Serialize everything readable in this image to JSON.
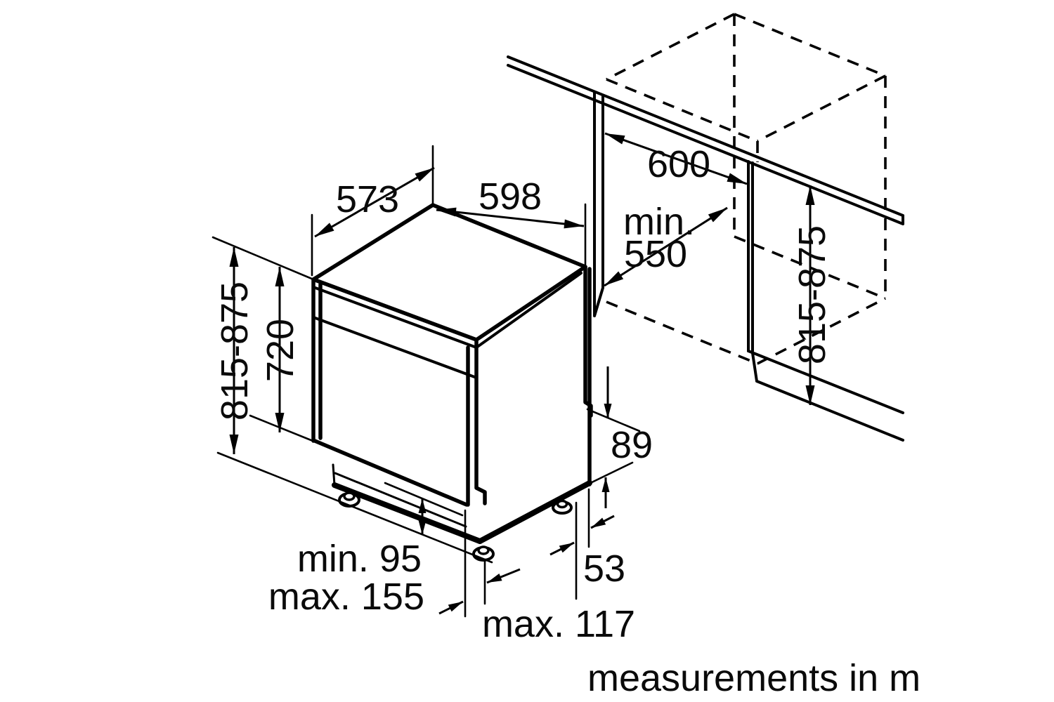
{
  "page": {
    "background": "#ffffff",
    "line_color": "#000000",
    "footer": "measurements in m"
  },
  "labels": {
    "appliance_depth": "573",
    "appliance_width": "598",
    "niche_width": "600",
    "niche_depth_line1": "min.",
    "niche_depth_line2": "550",
    "overall_height": "815-875",
    "body_height": "720",
    "niche_height": "815-875",
    "rear_panel_step": "89",
    "rear_foot_offset": "53",
    "plinth_min": "min. 95",
    "plinth_max": "max. 155",
    "door_clearance": "max. 117"
  }
}
